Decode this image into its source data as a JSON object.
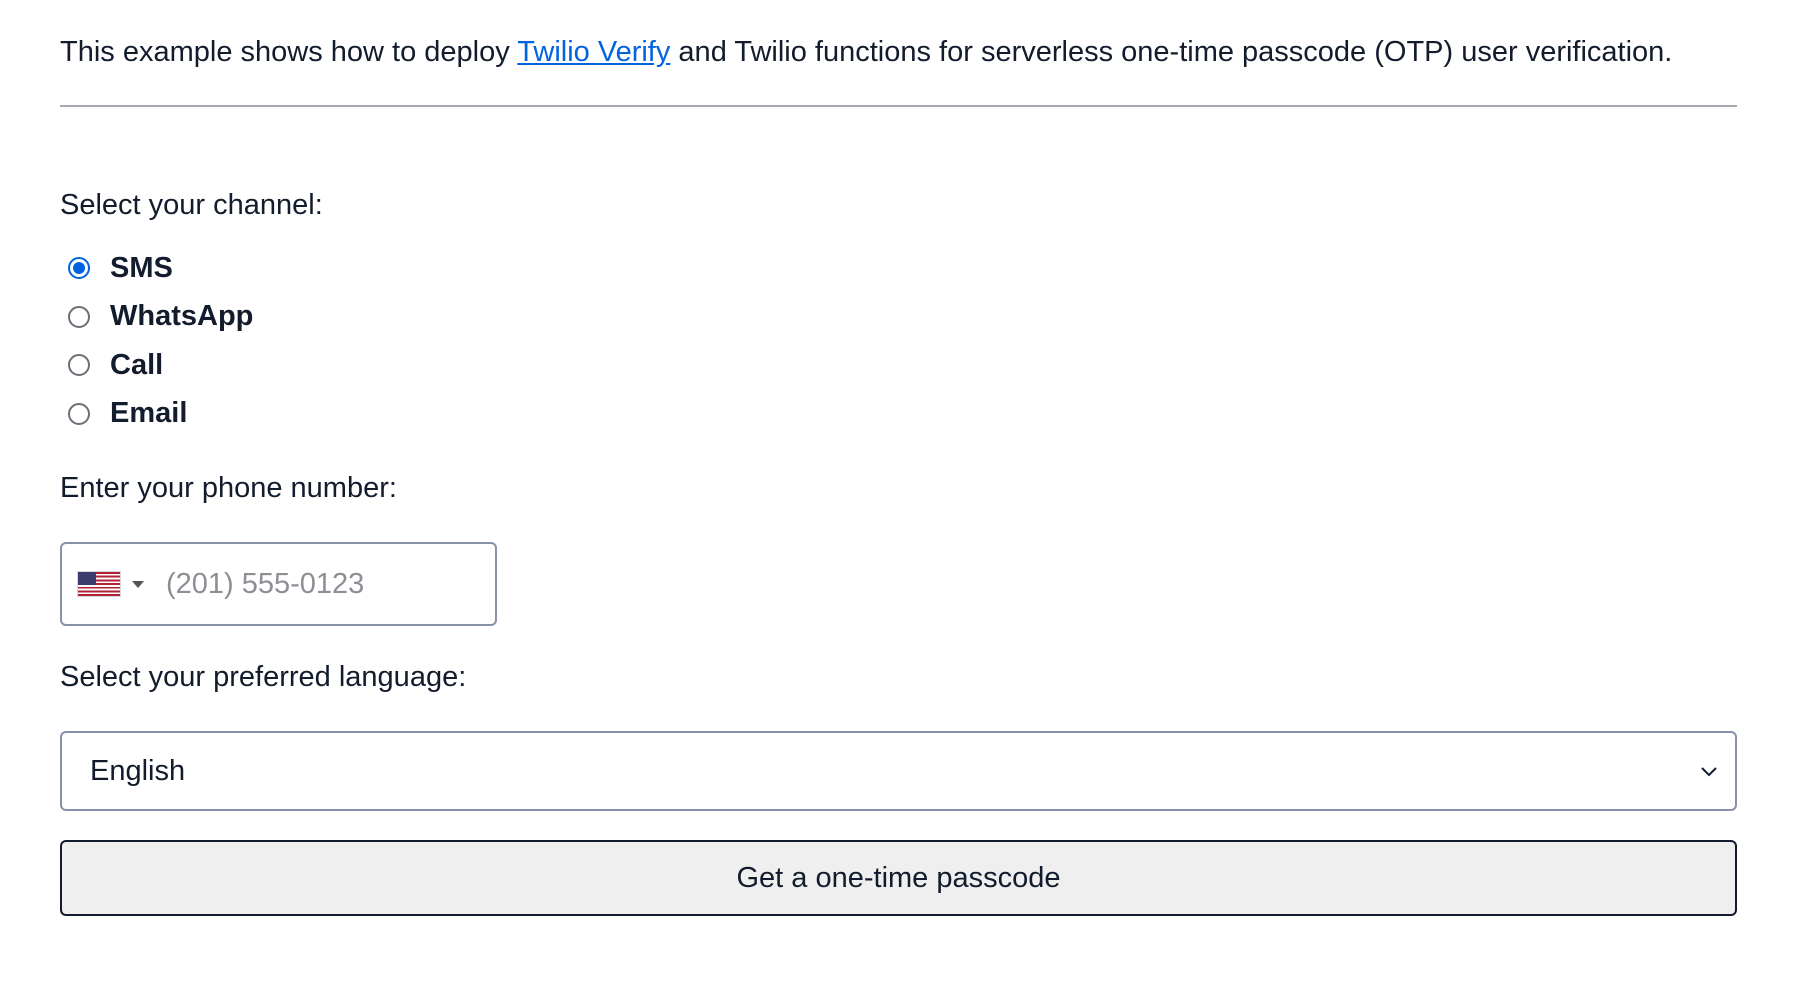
{
  "intro": {
    "prefix": "This example shows how to deploy ",
    "link_text": "Twilio Verify",
    "suffix": " and Twilio functions for serverless one-time passcode (OTP) user verification."
  },
  "channel": {
    "label": "Select your channel:",
    "options": [
      {
        "label": "SMS",
        "checked": true
      },
      {
        "label": "WhatsApp",
        "checked": false
      },
      {
        "label": "Call",
        "checked": false
      },
      {
        "label": "Email",
        "checked": false
      }
    ]
  },
  "phone": {
    "label": "Enter your phone number:",
    "country_flag": "us-flag-icon",
    "placeholder": "(201) 555-0123",
    "value": ""
  },
  "language": {
    "label": "Select your preferred language:",
    "selected": "English"
  },
  "submit": {
    "label": "Get a one-time passcode"
  },
  "colors": {
    "link": "#0263e0",
    "radio_checked": "#0263e0",
    "button_bg": "#efefef",
    "text": "#121c2d"
  }
}
